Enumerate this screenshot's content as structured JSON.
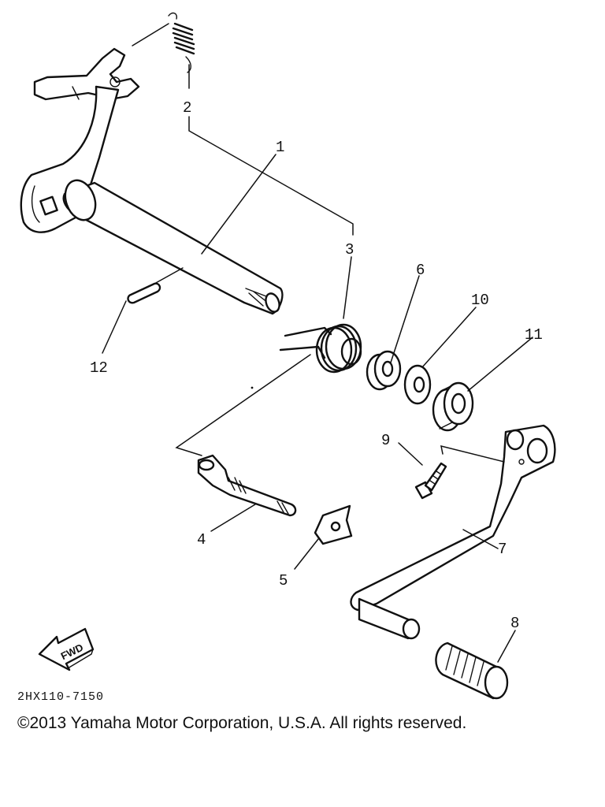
{
  "diagram": {
    "parts": [
      {
        "id": "1",
        "label": "1"
      },
      {
        "id": "2",
        "label": "2"
      },
      {
        "id": "3",
        "label": "3"
      },
      {
        "id": "4",
        "label": "4"
      },
      {
        "id": "5",
        "label": "5"
      },
      {
        "id": "6",
        "label": "6"
      },
      {
        "id": "7",
        "label": "7"
      },
      {
        "id": "8",
        "label": "8"
      },
      {
        "id": "9",
        "label": "9"
      },
      {
        "id": "10",
        "label": "10"
      },
      {
        "id": "11",
        "label": "11"
      },
      {
        "id": "12",
        "label": "12"
      }
    ],
    "fwd_label": "FWD",
    "diagram_code": "2HX110-7150"
  },
  "footer": {
    "copyright": "©2013 Yamaha Motor Corporation, U.S.A. All rights reserved."
  }
}
